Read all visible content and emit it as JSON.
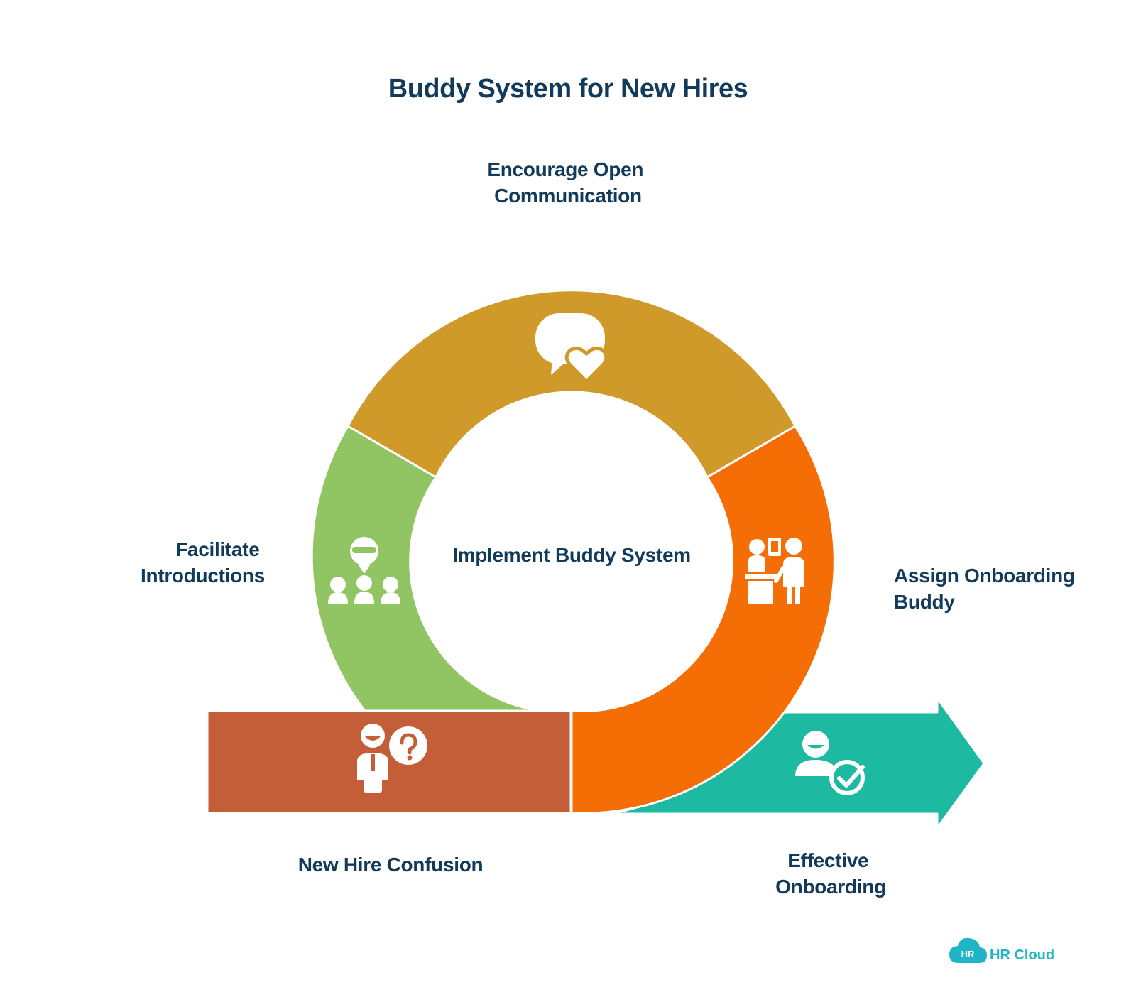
{
  "title": "Buddy System for New Hires",
  "center": {
    "label": "Implement Buddy System"
  },
  "steps": {
    "communication": {
      "line1": "Encourage Open",
      "line2": "Communication"
    },
    "introductions": {
      "line1": "Facilitate",
      "line2": "Introductions"
    },
    "assign": {
      "line1": "Assign Onboarding",
      "line2": "Buddy"
    },
    "confusion": {
      "line1": "New Hire Confusion"
    },
    "effective": {
      "line1": "Effective",
      "line2": "Onboarding"
    }
  },
  "icons": {
    "communication": "chat-heart-icon",
    "introductions": "presenter-audience-icon",
    "assign": "reception-desk-icon",
    "confusion": "confused-person-icon",
    "effective": "user-check-icon"
  },
  "colors": {
    "title": "#123a5a",
    "communication": "#cf9a29",
    "introductions": "#91c462",
    "assign": "#f56d05",
    "confusion": "#c45e38",
    "effective": "#1db9a0",
    "brand": "#1fb5c4"
  },
  "brand": {
    "mark": "HR",
    "name": "HR Cloud"
  }
}
